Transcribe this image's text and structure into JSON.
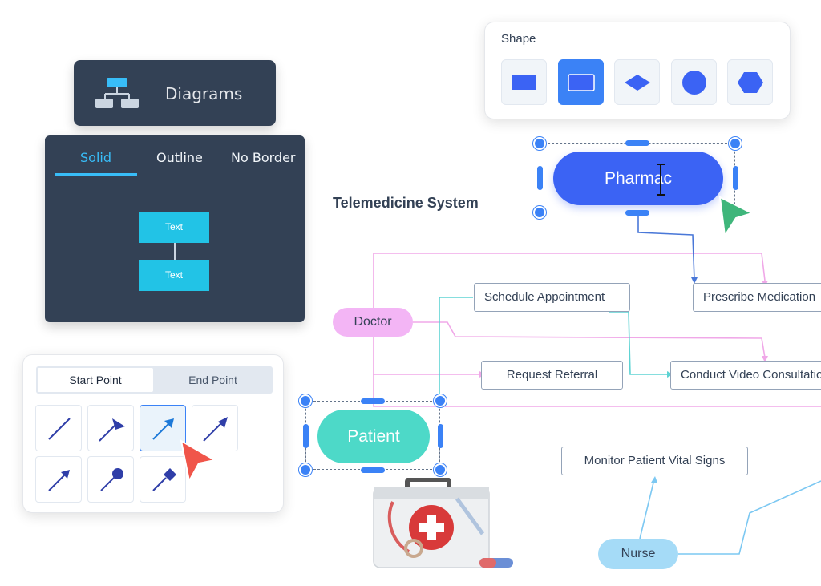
{
  "diagrams_card": {
    "label": "Diagrams",
    "icon": "org-chart-icon"
  },
  "style_panel": {
    "tabs": [
      "Solid",
      "Outline",
      "No Border"
    ],
    "active_tab": "Solid",
    "preview_nodes": [
      "Text",
      "Text"
    ],
    "accent": "#38bdf8"
  },
  "shape_panel": {
    "title": "Shape",
    "shapes": [
      "rectangle",
      "rounded-rectangle",
      "diamond",
      "circle",
      "hexagon"
    ],
    "selected": "rounded-rectangle"
  },
  "arrow_panel": {
    "tabs": [
      "Start Point",
      "End Point"
    ],
    "active_tab": "Start Point",
    "styles": [
      "line",
      "triangle-head",
      "arrow",
      "split-arrow",
      "arrow-small",
      "circle-head",
      "diamond-head"
    ],
    "selected": "arrow"
  },
  "diagram": {
    "title": "Telemedicine System",
    "nodes": {
      "pharmacy": "Pharmac",
      "prescribe": "Prescribe Medication",
      "schedule": "Schedule Appointment",
      "doctor": "Doctor",
      "referral": "Request Referral",
      "video": "Conduct Video Consultation",
      "patient": "Patient",
      "monitor": "Monitor Patient Vital Signs",
      "nurse": "Nurse"
    },
    "colors": {
      "pharmacy": "#3b63f4",
      "patient": "#4dd9c8",
      "doctor": "#f3b5f5",
      "nurse": "#a5dbf7",
      "pink_edge": "#f0a8e8",
      "teal_edge": "#5ed3d3",
      "blue_edge": "#4a78d8"
    }
  }
}
